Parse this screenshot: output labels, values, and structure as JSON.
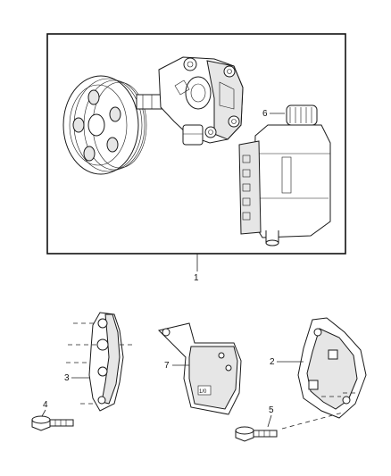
{
  "callouts": {
    "c1": "1",
    "c2": "2",
    "c3": "3",
    "c4": "4",
    "c5": "5",
    "c6": "6",
    "c7": "7"
  },
  "bracket_stamp": "1/0"
}
